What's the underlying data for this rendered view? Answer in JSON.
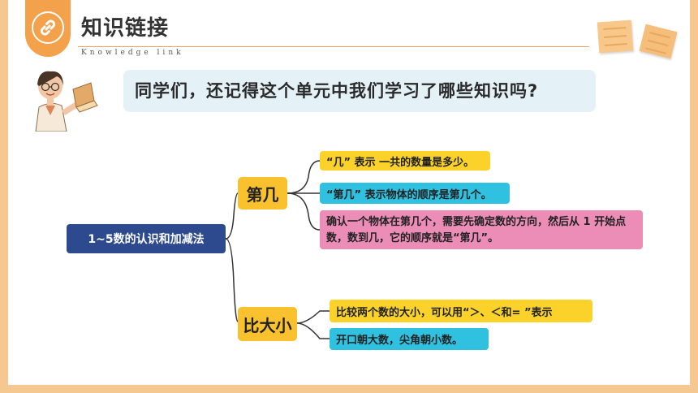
{
  "header": {
    "title": "知识链接",
    "subtitle": "Knowledge link"
  },
  "prompt": {
    "text": "同学们，还记得这个单元中我们学习了哪些知识吗?"
  },
  "mindmap": {
    "root": "1~5数的认识和加减法",
    "branches": [
      {
        "label": "第几",
        "items": [
          "“几” 表示 一共的数量是多少。",
          "“第几” 表示物体的顺序是第几个。",
          "确认一个物体在第几个，需要先确定数的方向，然后从 1 开始点数，数到几，它的顺序就是“第几”。"
        ]
      },
      {
        "label": "比大小",
        "items": [
          "比较两个数的大小，可以用“＞、＜和= ”表示",
          "开口朝大数，尖角朝小数。"
        ]
      }
    ]
  },
  "colors": {
    "frame": "#F4C890",
    "accent": "#F3A14B",
    "root": "#2E4A8F",
    "node": "#F9C12E",
    "leaf_yellow": "#FBD22A",
    "leaf_cyan": "#2FC1DF",
    "leaf_pink": "#EC8DB7",
    "bubble": "#E4F1F7"
  },
  "icons": {
    "badge": "link-icon",
    "decor": "sticky-notes",
    "character": "teacher-with-book"
  }
}
